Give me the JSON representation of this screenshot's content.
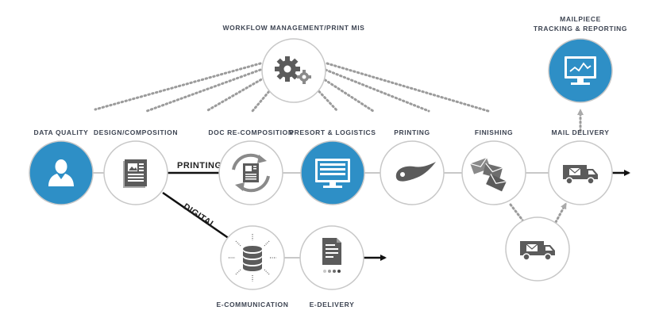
{
  "workflow": {
    "title": "WORKFLOW MANAGEMENT/PRINT MIS",
    "icon": "gears-icon"
  },
  "tracking": {
    "title_line1": "MAILPIECE",
    "title_line2": "TRACKING & REPORTING",
    "icon": "monitor-chart-icon"
  },
  "nodes": [
    {
      "label": "DATA QUALITY",
      "icon": "user-icon",
      "active": true
    },
    {
      "label": "DESIGN/COMPOSITION",
      "icon": "document-icon"
    },
    {
      "label": "DOC RE-COMPOSITION",
      "icon": "refresh-document-icon"
    },
    {
      "label": "PRESORT & LOGISTICS",
      "icon": "monitor-list-icon",
      "active": true
    },
    {
      "label": "PRINTING",
      "icon": "ink-drop-icon"
    },
    {
      "label": "FINISHING",
      "icon": "envelopes-icon"
    },
    {
      "label": "MAIL DELIVERY",
      "icon": "delivery-van-icon"
    }
  ],
  "digital_nodes": [
    {
      "label": "E-COMMUNICATION",
      "icon": "database-icon"
    },
    {
      "label": "E-DELIVERY",
      "icon": "e-document-icon"
    }
  ],
  "side_node": {
    "icon": "delivery-van-icon"
  },
  "path_labels": {
    "printing": "PRINTING",
    "digital": "DIGITAL"
  },
  "colors": {
    "accent": "#2e8fc6",
    "circle_border": "#c8c8c8",
    "line": "#222222",
    "icon_gray": "#5b5b5b"
  }
}
